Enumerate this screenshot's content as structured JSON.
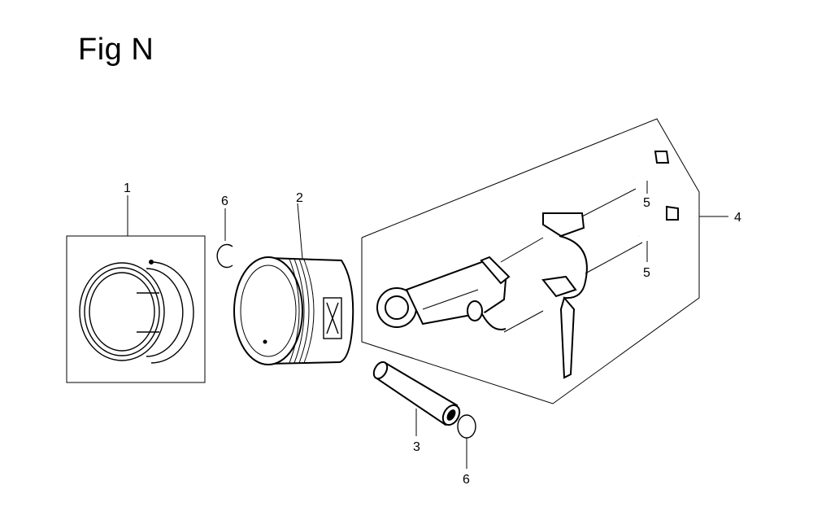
{
  "figure": {
    "title": "Fig N"
  },
  "callouts": [
    {
      "id": "c1",
      "number": "1"
    },
    {
      "id": "c2",
      "number": "2"
    },
    {
      "id": "c3",
      "number": "3"
    },
    {
      "id": "c4",
      "number": "4"
    },
    {
      "id": "c5a",
      "number": "5"
    },
    {
      "id": "c5b",
      "number": "5"
    },
    {
      "id": "c6a",
      "number": "6"
    },
    {
      "id": "c6b",
      "number": "6"
    }
  ]
}
